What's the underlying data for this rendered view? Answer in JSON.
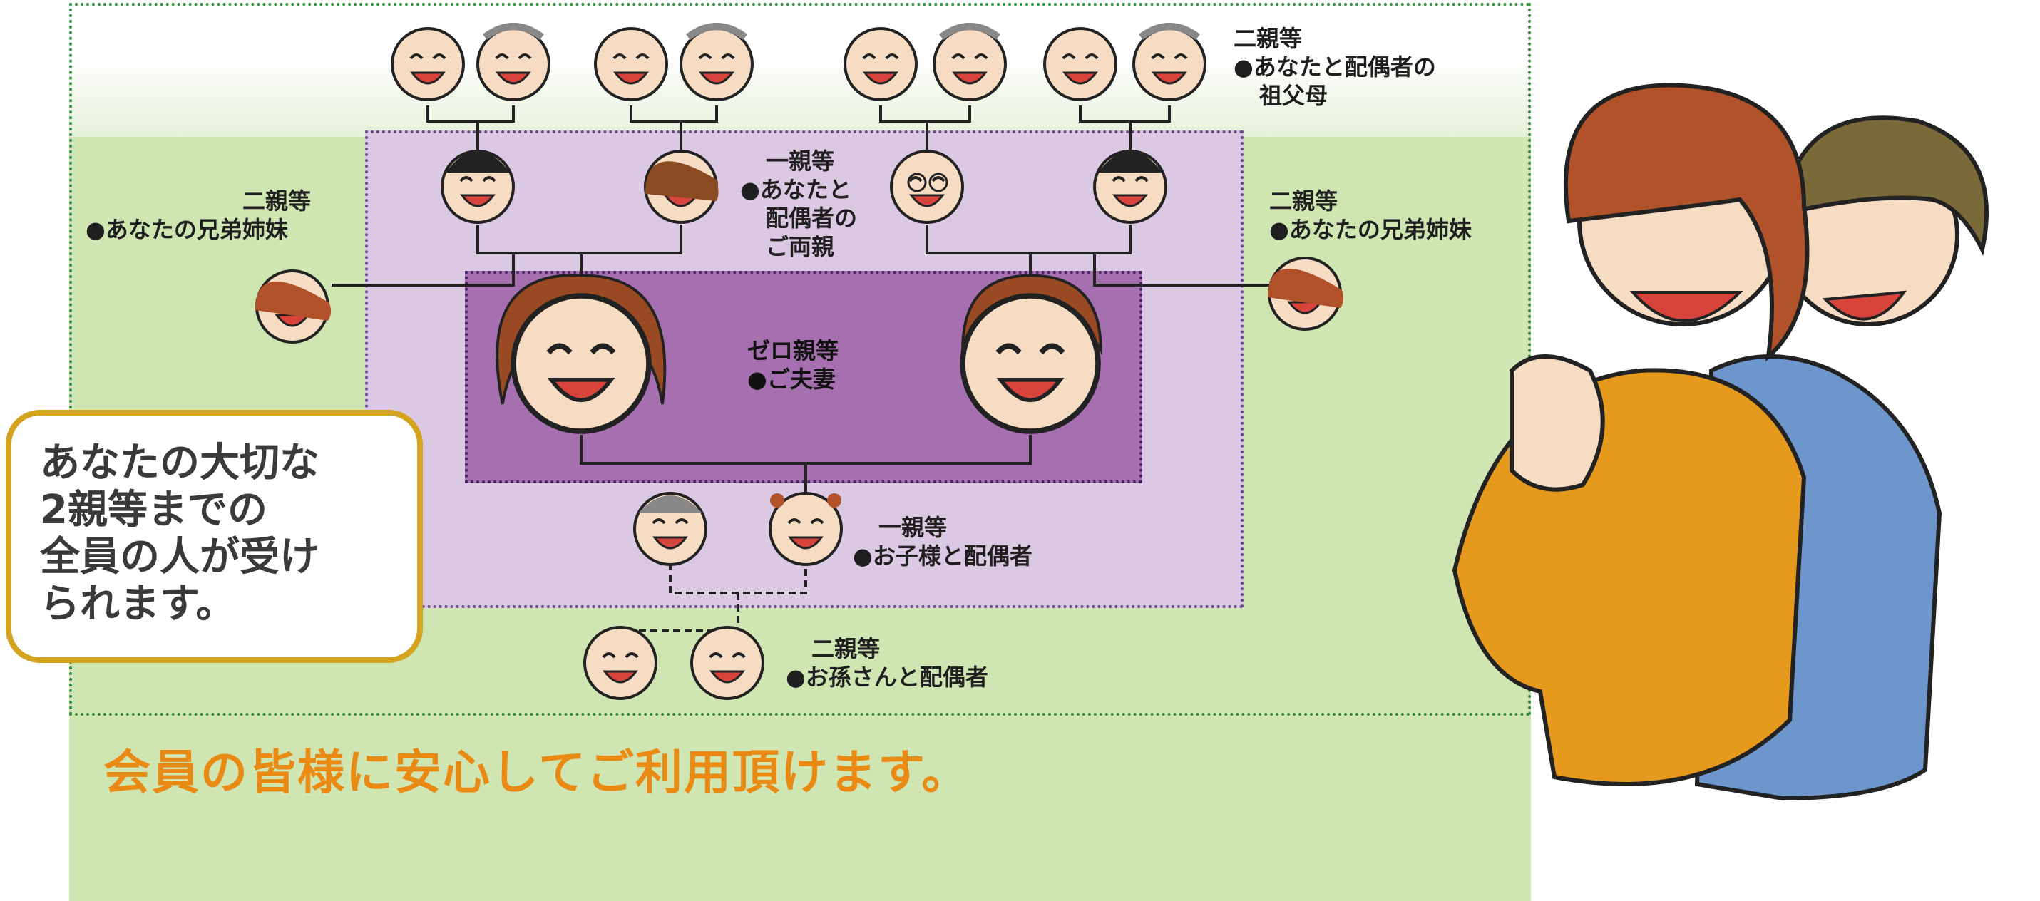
{
  "colors": {
    "green_area": "#cfe6b3",
    "first_degree_box": "#dbc8e2",
    "zero_degree_box": "#a66fb0",
    "callout_border": "#d4a41f",
    "slogan": "#e98a14",
    "dotted_border": "#2f8a3a"
  },
  "labels": {
    "grandparents": {
      "degree": "二親等",
      "line1": "●あなたと配偶者の",
      "line2": "祖父母"
    },
    "parents": {
      "degree": "一親等",
      "line1": "●あなたと",
      "line2": "配偶者の",
      "line3": "ご両親"
    },
    "siblings_left": {
      "degree": "二親等",
      "line1": "●あなたの兄弟姉妹"
    },
    "siblings_right": {
      "degree": "二親等",
      "line1": "●あなたの兄弟姉妹"
    },
    "couple": {
      "degree": "ゼロ親等",
      "line1": "●ご夫妻"
    },
    "children": {
      "degree": "一親等",
      "line1": "●お子様と配偶者"
    },
    "grandchildren": {
      "degree": "二親等",
      "line1": "●お孫さんと配偶者"
    }
  },
  "callout": {
    "line1": "あなたの大切な",
    "line2": "2親等までの",
    "line3": "全員の人が受け",
    "line4": "られます。"
  },
  "slogan": "会員の皆様に安心してご利用頂けます。",
  "icons": [
    "grandfather-face-icon",
    "grandmother-face-icon",
    "father-face-icon",
    "mother-face-icon",
    "sibling-face-icon",
    "wife-face-icon",
    "husband-face-icon",
    "child-face-icon",
    "grandchild-face-icon",
    "happy-couple-illustration"
  ]
}
